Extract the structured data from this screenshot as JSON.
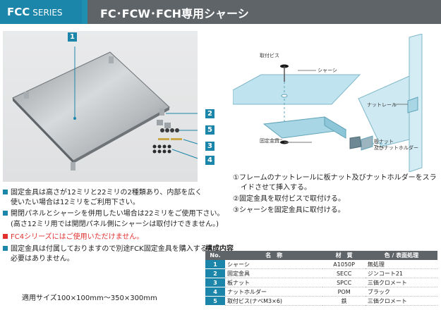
{
  "header": {
    "series_bold": "FCC",
    "series_rest": "SERIES",
    "title": "FC･FCW･FCH専用シャーシ"
  },
  "photo": {
    "callouts": [
      "1",
      "2",
      "5",
      "3",
      "4"
    ]
  },
  "notes": [
    {
      "text": "固定金具は高さが12ミリと22ミリの2種類あり、内部を広く",
      "bullet": true,
      "red": false
    },
    {
      "text": "使いたい場合は12ミリをご利用下さい。",
      "bullet": false,
      "red": false
    },
    {
      "text": "開閉パネルとシャーシを併用したい場合は22ミリをご使用下さい。",
      "bullet": true,
      "red": false
    },
    {
      "text": "(高さ12ミリ用では開閉パネル側にシャーシは取付けできません。)",
      "bullet": false,
      "red": false
    },
    {
      "text": "FC4シリーズにはご使用いただけません。",
      "bullet": true,
      "red": true
    },
    {
      "text": "固定金具は付属しておりますので別途FCK固定金具を購入する",
      "bullet": true,
      "red": false
    },
    {
      "text": "必要はありません。",
      "bullet": false,
      "red": false
    }
  ],
  "size_text": "適用サイズ100×100mm～350×300mm",
  "diagram": {
    "labels": {
      "screw": "取付ビス",
      "chassis": "シャーシ",
      "nut_rail": "ナットレール",
      "bracket": "固定金具",
      "plate_nut": "板ナット",
      "nut_holder": "及びナットホルダー"
    }
  },
  "steps": [
    "①フレームのナットレールに板ナット及びナットホルダーをスラ",
    "イドさせて挿入する。",
    "②固定金具を取付ビスで取付ける。",
    "③シャーシを固定金具に取付ける。"
  ],
  "table": {
    "title": "構成内容",
    "headers": [
      "No.",
      "名　称",
      "材　質",
      "色 / 表面処理"
    ],
    "rows": [
      [
        "1",
        "シャーシ",
        "A1050P",
        "無処理"
      ],
      [
        "2",
        "固定金具",
        "SECC",
        "ジンコート21"
      ],
      [
        "3",
        "板ナット",
        "SPCC",
        "三価クロメート"
      ],
      [
        "4",
        "ナットホルダー",
        "POM",
        "ブラック"
      ],
      [
        "5",
        "取付ビス(ナベM3×6)",
        "鉄",
        "三価クロメート"
      ]
    ]
  },
  "colors": {
    "accent": "#1b86a9",
    "header_gray": "#5f6468",
    "warning_red": "#e0312f"
  }
}
